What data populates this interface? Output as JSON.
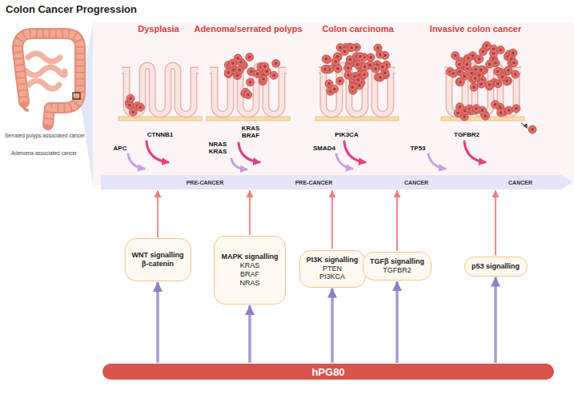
{
  "diagram": {
    "title": "Colon Cancer Progression",
    "nodes": [
      {
        "text": [
          "PRE-CANCER",
          "PRE-CANCER",
          "CANCER",
          "CANCER"
        ]
      },
      {
        "text": [
          "WNT signalling",
          "β-catenin"
        ]
      },
      {
        "text": [
          "MAPK signalling",
          "KRAS BRAF NRAS"
        ]
      },
      {
        "text": [
          "PI3K signalling",
          "PTEN PI3KCA"
        ]
      },
      {
        "text": [
          "TGFβ signalling",
          "TGFBR2"
        ]
      },
      {
        "text": [
          "p53 signalling"
        ]
      },
      {
        "text": [
          "hPG80"
        ]
      }
    ],
    "edges": [
      {
        "from": 1,
        "to": 0,
        "arrow": "to"
      },
      {
        "from": 2,
        "to": 0,
        "arrow": "to"
      },
      {
        "from": 3,
        "to": 0,
        "arrow": "to"
      },
      {
        "from": 4,
        "to": 0,
        "arrow": "to"
      },
      {
        "from": 5,
        "to": 0,
        "arrow": "to"
      },
      {
        "from": 6,
        "to": 1,
        "arrow": "to"
      },
      {
        "from": 6,
        "to": 2,
        "arrow": "to"
      },
      {
        "from": 6,
        "to": 3,
        "arrow": "to"
      },
      {
        "from": 6,
        "to": 4,
        "arrow": "to"
      },
      {
        "from": 6,
        "to": 5,
        "arrow": "to"
      }
    ],
    "labels": [
      "Dysplasia",
      "Adenoma/serrated polyps",
      "Colon carcinoma",
      "Invasive colon cancer",
      "Serrated polyps associated cancer",
      "Adenoma associated cancer",
      "CTNNB1",
      "KRAS BRAF",
      "PIK3CA",
      "TGFBR2",
      "APC",
      "NRAS KRAS",
      "SMAD4",
      "TP53"
    ]
  }
}
